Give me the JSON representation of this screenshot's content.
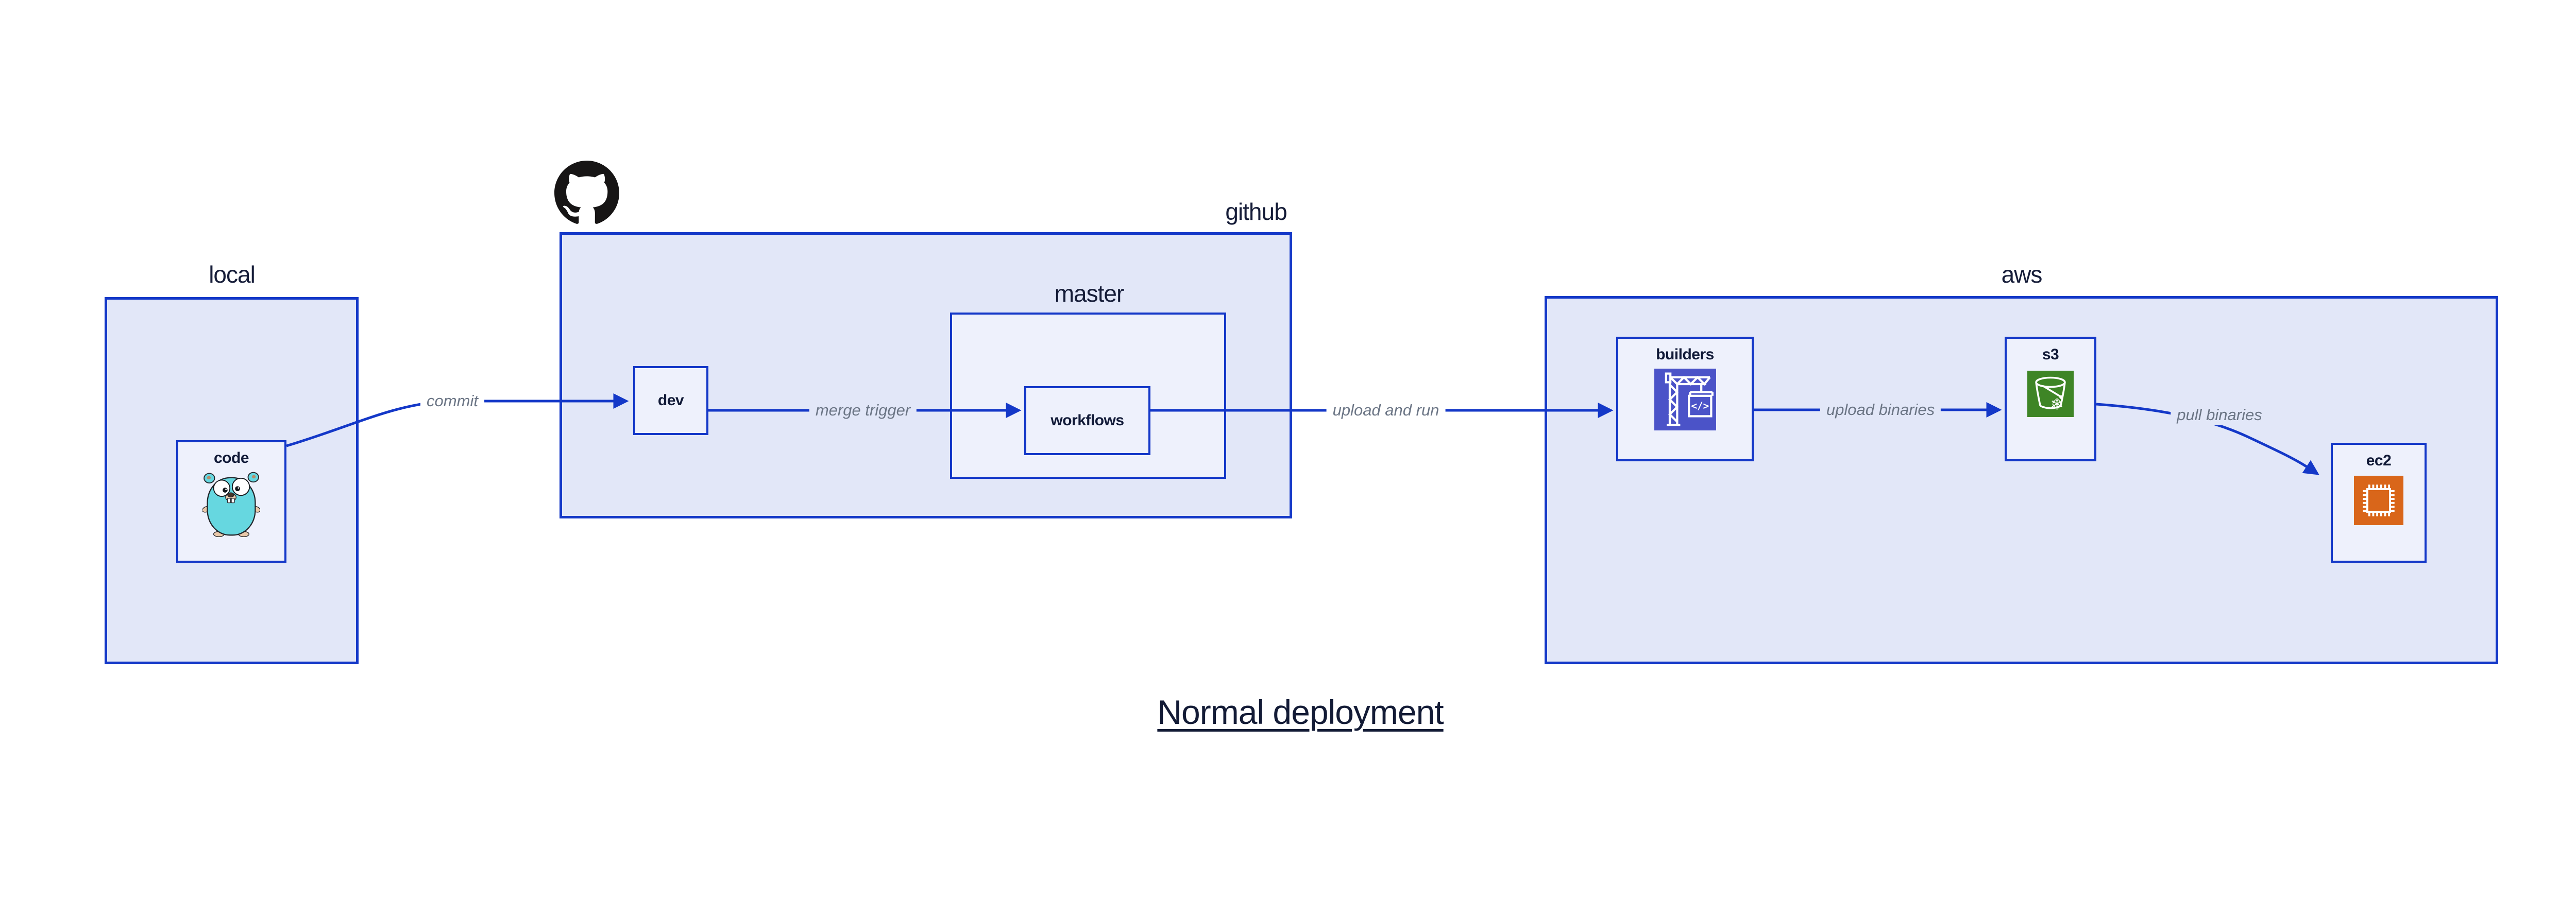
{
  "diagram": {
    "title": "Normal deployment"
  },
  "groups": {
    "local": {
      "label": "local"
    },
    "github": {
      "label": "github"
    },
    "master": {
      "label": "master"
    },
    "aws": {
      "label": "aws"
    }
  },
  "nodes": {
    "code": {
      "label": "code",
      "icon": "go-gopher-icon"
    },
    "dev": {
      "label": "dev"
    },
    "workflows": {
      "label": "workflows"
    },
    "builders": {
      "label": "builders",
      "icon": "codebuild-crane-icon",
      "icon_glyph": "</>"
    },
    "s3": {
      "label": "s3",
      "icon": "s3-glacier-bucket-icon",
      "icon_glyph": "❄"
    },
    "ec2": {
      "label": "ec2",
      "icon": "ec2-chip-icon"
    }
  },
  "edges": {
    "commit": {
      "label": "commit",
      "from": "code",
      "to": "dev"
    },
    "merge_trigger": {
      "label": "merge trigger",
      "from": "dev",
      "to": "workflows"
    },
    "upload_and_run": {
      "label": "upload and run",
      "from": "workflows",
      "to": "builders"
    },
    "upload_binaries": {
      "label": "upload binaries",
      "from": "builders",
      "to": "s3"
    },
    "pull_binaries": {
      "label": "pull binaries",
      "from": "s3",
      "to": "ec2"
    }
  },
  "colors": {
    "box_border_blue": "#1438c8",
    "arrow_blue": "#1438c8",
    "group_fill": "#e2e7f8",
    "node_fill": "#eef1fc",
    "heading_text": "#151c38",
    "edge_label_gray": "#6b7585",
    "github_black": "#171515",
    "gopher_teal": "#66d7e0",
    "codebuild_indigo": "#4b53c8",
    "s3_green": "#3e8526",
    "ec2_orange": "#d9661a",
    "canvas_white": "#ffffff"
  }
}
